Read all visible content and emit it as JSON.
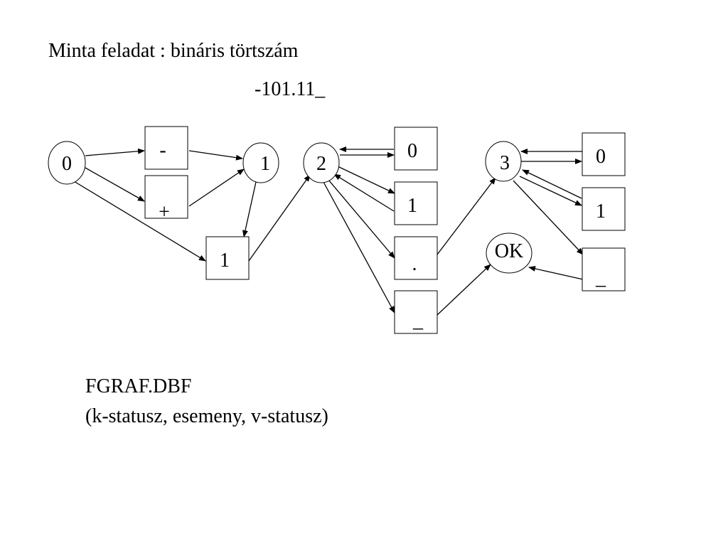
{
  "slide": {
    "title": "Minta feladat : bináris törtszám",
    "example": "-101.11_",
    "file_name": "FGRAF.DBF",
    "schema": "(k-statusz, esemeny, v-statusz)"
  },
  "states": {
    "s0": "0",
    "s1": "1",
    "s2": "2",
    "s3": "3",
    "ok": "OK"
  },
  "events": {
    "minus": "-",
    "plus": "+",
    "one_a": "1",
    "zero_b": "0",
    "one_b": "1",
    "dot": ".",
    "end_b": "_",
    "zero_c": "0",
    "one_c": "1",
    "end_c": "_"
  }
}
